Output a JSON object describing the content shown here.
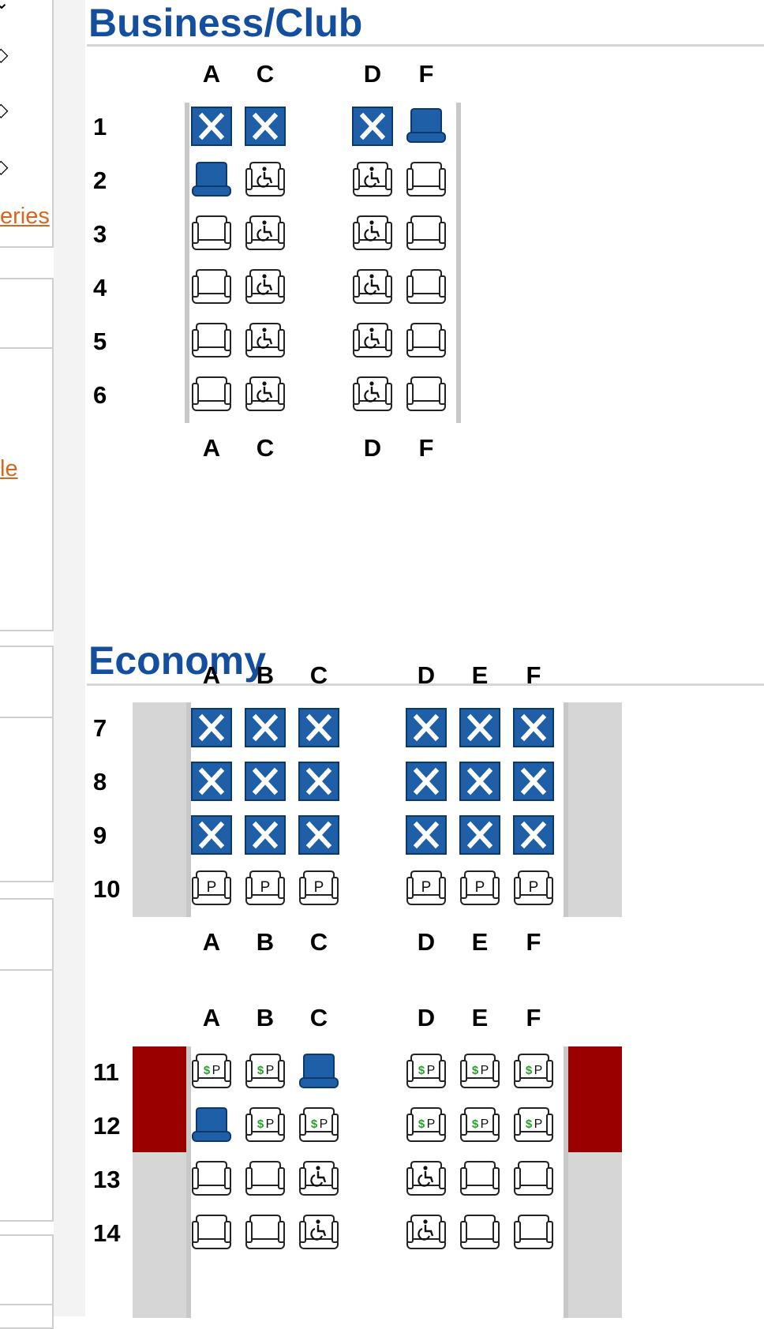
{
  "sidebar": {
    "links": [
      "eries",
      "le"
    ],
    "chevron_glyph": "⌄",
    "updown_glyph": "◇"
  },
  "colors": {
    "heading": "#134f9e",
    "occupied": "#1f5fa8",
    "selected": "#1f5fa8",
    "exit_row": "#9a0000",
    "wing": "#d6d6d6",
    "link": "#d8671b",
    "premium_symbol": "#2aa02a"
  },
  "legend_types": {
    "x": "occupied-seat-icon",
    "sel": "selected-seat-icon",
    "open": "available-seat-icon",
    "acc": "accessible-seat-icon",
    "p": "preferred-seat-icon",
    "sp": "paid-preferred-seat-icon"
  },
  "business": {
    "title": "Business/Club",
    "columns": [
      "A",
      "C",
      "D",
      "F"
    ],
    "rows": [
      {
        "number": "1",
        "seats": [
          "x",
          "x",
          "x",
          "sel"
        ]
      },
      {
        "number": "2",
        "seats": [
          "sel",
          "acc",
          "acc",
          "open"
        ]
      },
      {
        "number": "3",
        "seats": [
          "open",
          "acc",
          "acc",
          "open"
        ]
      },
      {
        "number": "4",
        "seats": [
          "open",
          "acc",
          "acc",
          "open"
        ]
      },
      {
        "number": "5",
        "seats": [
          "open",
          "acc",
          "acc",
          "open"
        ]
      },
      {
        "number": "6",
        "seats": [
          "open",
          "acc",
          "acc",
          "open"
        ]
      }
    ]
  },
  "economy": {
    "title": "Economy",
    "columns": [
      "A",
      "B",
      "C",
      "D",
      "E",
      "F"
    ],
    "block1": [
      {
        "number": "7",
        "seats": [
          "x",
          "x",
          "x",
          "x",
          "x",
          "x"
        ]
      },
      {
        "number": "8",
        "seats": [
          "x",
          "x",
          "x",
          "x",
          "x",
          "x"
        ]
      },
      {
        "number": "9",
        "seats": [
          "x",
          "x",
          "x",
          "x",
          "x",
          "x"
        ]
      },
      {
        "number": "10",
        "seats": [
          "p",
          "p",
          "p",
          "p",
          "p",
          "p"
        ]
      }
    ],
    "block2": [
      {
        "number": "11",
        "seats": [
          "sp",
          "sp",
          "sel",
          "sp",
          "sp",
          "sp"
        ]
      },
      {
        "number": "12",
        "seats": [
          "sel",
          "sp",
          "sp",
          "sp",
          "sp",
          "sp"
        ]
      },
      {
        "number": "13",
        "seats": [
          "open",
          "open",
          "acc",
          "acc",
          "open",
          "open"
        ]
      },
      {
        "number": "14",
        "seats": [
          "open",
          "open",
          "acc",
          "acc",
          "open",
          "open"
        ]
      }
    ]
  }
}
